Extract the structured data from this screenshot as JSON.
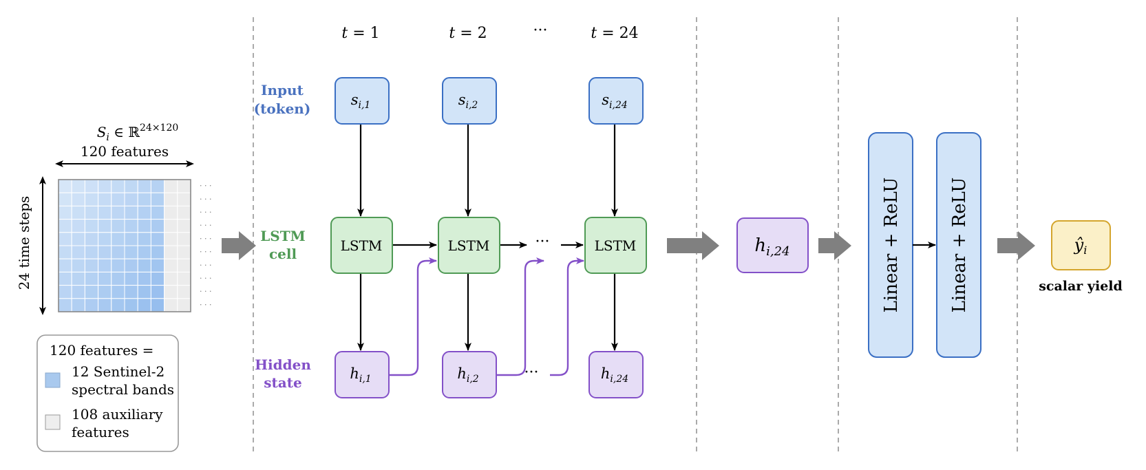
{
  "time_headers": [
    {
      "var": "t",
      "eq": " = ",
      "val": "1"
    },
    {
      "var": "t",
      "eq": " = ",
      "val": "2"
    },
    {
      "ellipsis": "···"
    },
    {
      "var": "t",
      "eq": " = ",
      "val": "24"
    }
  ],
  "row_labels": {
    "input_line1": "Input",
    "input_line2": "(token)",
    "lstm_line1": "LSTM",
    "lstm_line2": "cell",
    "hidden_line1": "Hidden",
    "hidden_line2": "state"
  },
  "tokens": [
    {
      "base": "s",
      "sub": "i,1"
    },
    {
      "base": "s",
      "sub": "i,2"
    },
    {
      "base": "s",
      "sub": "i,24"
    }
  ],
  "lstm_label": "LSTM",
  "hidden": [
    {
      "base": "h",
      "sub": "i,1"
    },
    {
      "base": "h",
      "sub": "i,2"
    },
    {
      "base": "h",
      "sub": "i,24"
    }
  ],
  "ellipsis": "···",
  "matrix": {
    "symbol": "S",
    "sub": "i",
    "in": " ∈ ℝ",
    "sup": "24×120",
    "features_label": "120 features",
    "timesteps_label": "24 time steps",
    "rows": 10,
    "cols": 10,
    "spectral_cols": 8,
    "dots": "· · ·"
  },
  "legend": {
    "title": "120 features =",
    "spectral_line1": "12 Sentinel-2",
    "spectral_line2": "spectral bands",
    "aux_line1": "108 auxiliary",
    "aux_line2": "features"
  },
  "final_hidden": {
    "base": "h",
    "sub": "i,24"
  },
  "linear_layers": [
    "Linear + ReLU",
    "Linear + ReLU"
  ],
  "output": {
    "symbol": "ŷ",
    "sub": "i",
    "caption": "scalar yield"
  },
  "colors": {
    "input_fill": "#d2e4f8",
    "input_stroke": "#3a6fc4",
    "input_text": "#4a72bf",
    "lstm_fill": "#d6efd6",
    "lstm_stroke": "#4f9a55",
    "lstm_text": "#4f9a55",
    "hidden_fill": "#e6ddf6",
    "hidden_stroke": "#8350c8",
    "hidden_text": "#8350c8",
    "output_fill": "#fbf0c8",
    "output_stroke": "#d4a52c",
    "aux_fill": "#eeeeee",
    "fat_arrow": "#808080",
    "divider": "#aaaaaa"
  }
}
